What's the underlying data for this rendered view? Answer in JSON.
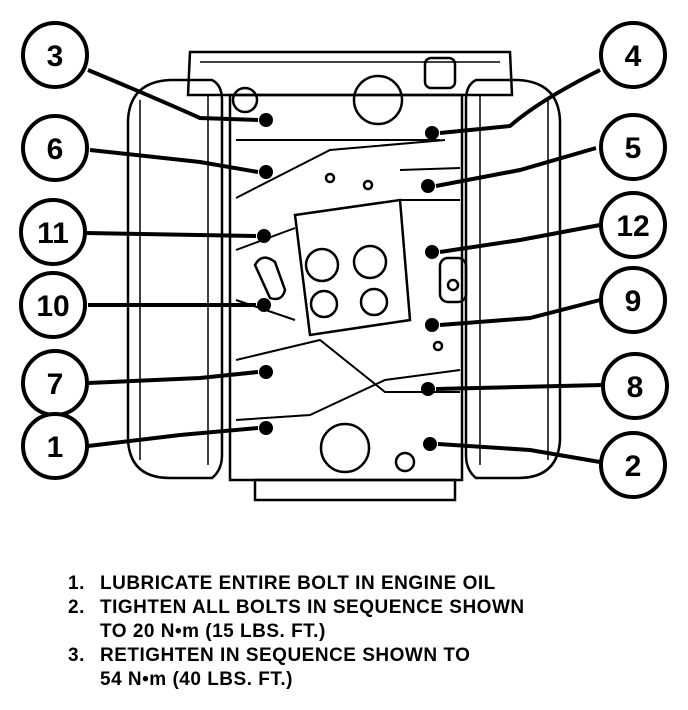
{
  "callouts": [
    {
      "label": "1"
    },
    {
      "label": "2"
    },
    {
      "label": "3"
    },
    {
      "label": "4"
    },
    {
      "label": "5"
    },
    {
      "label": "6"
    },
    {
      "label": "7"
    },
    {
      "label": "8"
    },
    {
      "label": "9"
    },
    {
      "label": "10"
    },
    {
      "label": "11"
    },
    {
      "label": "12"
    }
  ],
  "instructions": [
    {
      "number": "1.",
      "lines": [
        "LUBRICATE ENTIRE BOLT IN ENGINE OIL"
      ]
    },
    {
      "number": "2.",
      "lines": [
        "TIGHTEN ALL BOLTS IN SEQUENCE SHOWN",
        "TO 20 N•m (15 LBS. FT.)"
      ]
    },
    {
      "number": "3.",
      "lines": [
        "RETIGHTEN IN SEQUENCE SHOWN TO",
        "54 N•m (40 LBS. FT.)"
      ]
    }
  ]
}
